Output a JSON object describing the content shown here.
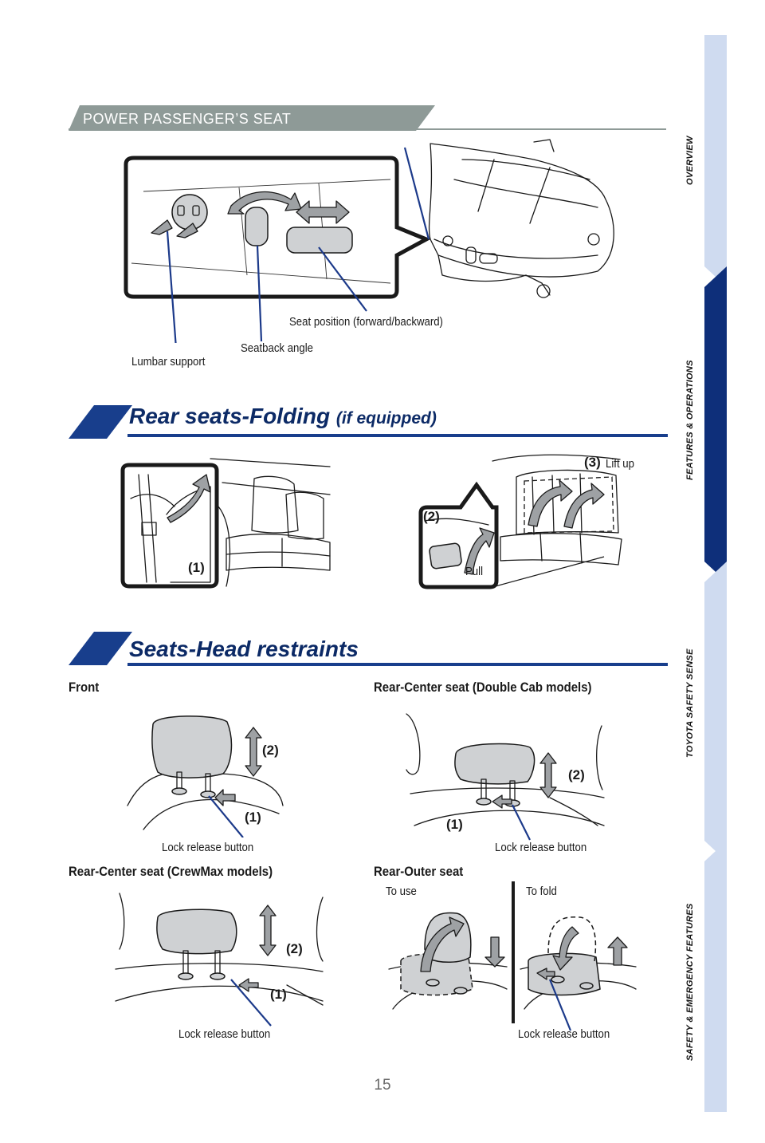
{
  "power_seat": {
    "tab_label": "POWER PASSENGER’S SEAT",
    "labels": {
      "seat_position": "Seat position (forward/backward)",
      "seatback_angle": "Seatback angle",
      "lumbar_support": "Lumbar support"
    }
  },
  "rear_folding": {
    "title": "Rear seats-Folding",
    "title_suffix": "(if equipped)",
    "step1": "(1)",
    "step2": "(2)",
    "step3": "(3)",
    "lift_up": "Lift up",
    "pull": "Pull"
  },
  "head_restraints": {
    "title": "Seats-Head restraints",
    "front": {
      "heading": "Front",
      "n1": "(1)",
      "n2": "(2)",
      "lock": "Lock release button"
    },
    "double_cab": {
      "heading": "Rear-Center seat (Double Cab models)",
      "n1": "(1)",
      "n2": "(2)",
      "lock": "Lock release button"
    },
    "crewmax": {
      "heading": "Rear-Center seat (CrewMax models)",
      "n1": "(1)",
      "n2": "(2)",
      "lock": "Lock release button"
    },
    "outer": {
      "heading": "Rear-Outer seat",
      "to_use": "To use",
      "to_fold": "To fold",
      "lock": "Lock release button"
    }
  },
  "side_nav": {
    "items": [
      "OVERVIEW",
      "FEATURES & OPERATIONS",
      "TOYOTA SAFETY SENSE",
      "SAFETY & EMERGENCY FEATURES"
    ],
    "active_index": 1,
    "active_color": "#0e2f7a",
    "inactive_color": "#cfdbf0"
  },
  "page_number": "15",
  "colors": {
    "tab_gray": "#8e9a97",
    "title_blue": "#0c2a66",
    "rule_blue": "#183e8c"
  }
}
